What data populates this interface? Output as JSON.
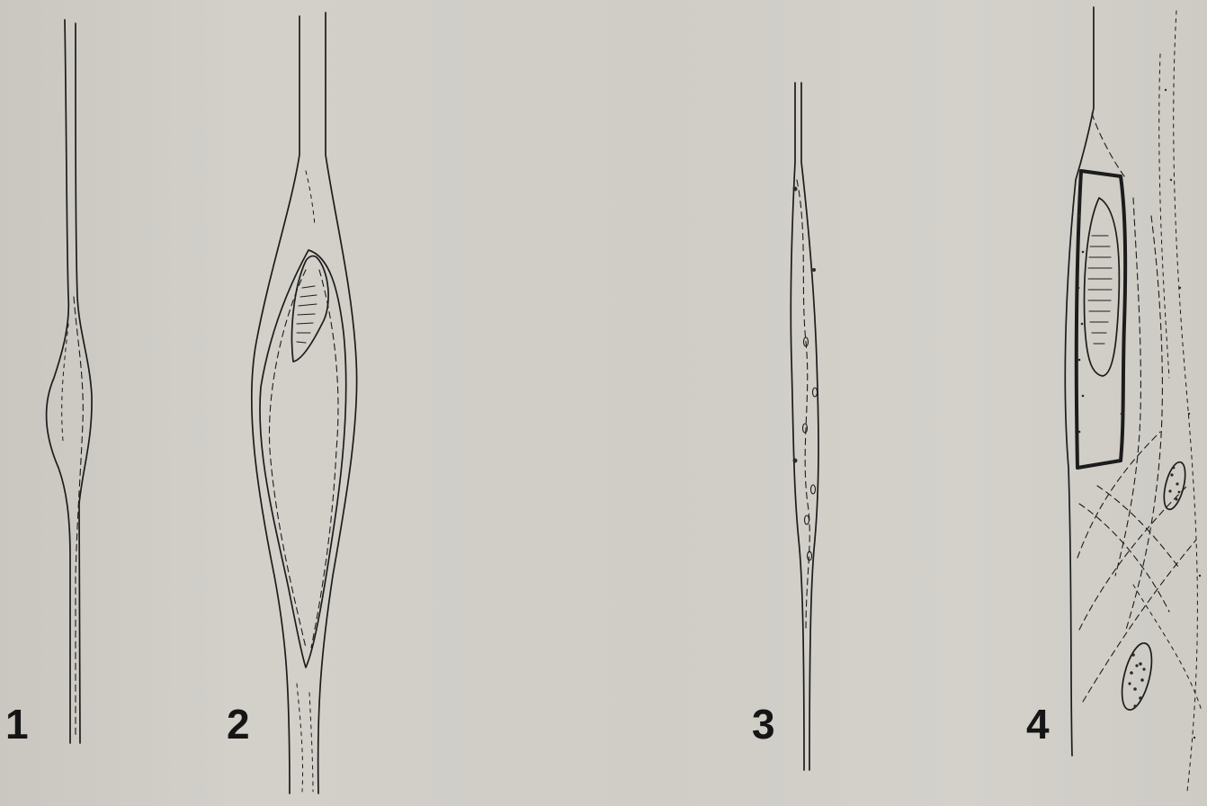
{
  "figures": [
    {
      "label": "1"
    },
    {
      "label": "2"
    },
    {
      "label": "3"
    },
    {
      "label": "4"
    }
  ],
  "colors": {
    "background": "#cfcdc6",
    "ink": "#1c1c1c"
  }
}
